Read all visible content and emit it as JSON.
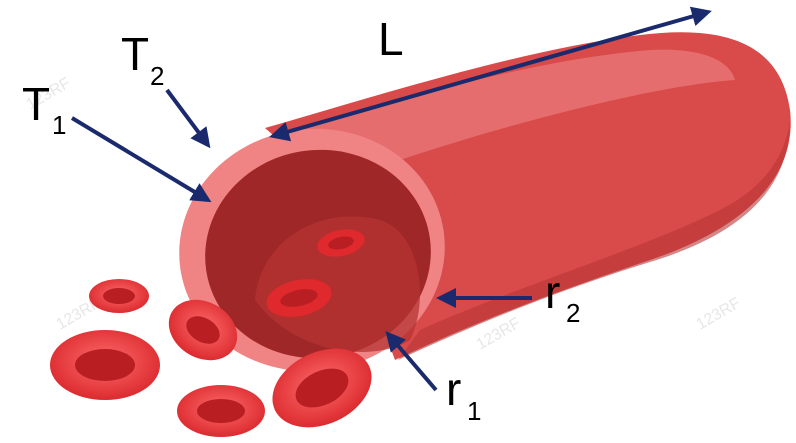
{
  "labels": {
    "length": {
      "text": "L"
    },
    "t2": {
      "text": "T",
      "sub": "2"
    },
    "t1": {
      "text": "T",
      "sub": "1"
    },
    "r2": {
      "text": "r",
      "sub": "2"
    },
    "r1": {
      "text": "r",
      "sub": "1"
    }
  },
  "watermark": "123RF",
  "colors": {
    "vessel_outer": "#d94a4a",
    "vessel_highlight": "#e97a7a",
    "rim": "#f08484",
    "lumen": "#a02727",
    "cell_outer": "#e0292c",
    "cell_inner": "#b81e22",
    "arrow": "#1a2a6c"
  }
}
